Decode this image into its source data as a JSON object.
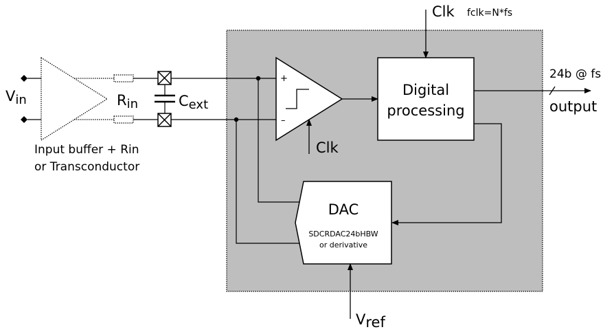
{
  "labels": {
    "vin_main": "V",
    "vin_sub": "in",
    "rin_main": "R",
    "rin_sub": "in",
    "cext_main": "C",
    "cext_sub": "ext",
    "clk_top": "Clk",
    "clk_formula": "fclk=N*fs",
    "clk_comp": "Clk",
    "plus": "+",
    "minus": "–",
    "digital_line1": "Digital",
    "digital_line2": "processing",
    "out_rate": "24b @ fs",
    "out_label": "output",
    "dac_title": "DAC",
    "dac_sub1": "SDCRDAC24bHBW",
    "dac_sub2": "or derivative",
    "vref_main": "V",
    "vref_sub": "ref",
    "buffer_line1": "Input buffer + Rin",
    "buffer_line2": "or Transconductor"
  },
  "colors": {
    "panel_fill": "#bebebe",
    "stroke": "#000000",
    "block_fill": "#ffffff"
  }
}
